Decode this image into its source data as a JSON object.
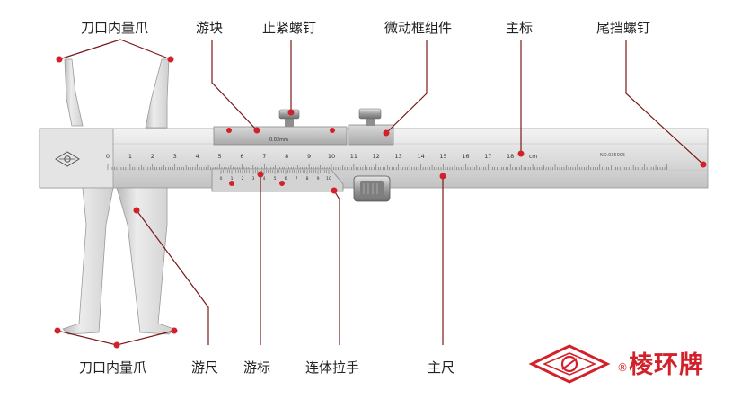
{
  "labels": {
    "top_jaws": "刀口内量爪",
    "slider": "游块",
    "lock_screw": "止紧螺钉",
    "fine_adjust": "微动框组件",
    "main_scale": "主标",
    "tail_screw": "尾挡螺钉",
    "bottom_jaws": "刀口内量爪",
    "sliding_jaw": "游尺",
    "vernier": "游标",
    "connector_hand": "连体拉手",
    "beam": "主尺"
  },
  "scale": {
    "main_numbers": [
      "0",
      "1",
      "2",
      "3",
      "4",
      "5",
      "6",
      "7",
      "8",
      "9",
      "10",
      "11",
      "12",
      "13",
      "14",
      "15",
      "16",
      "17",
      "18"
    ],
    "unit": "cm",
    "vernier_numbers": [
      "0",
      "1",
      "2",
      "3",
      "4",
      "5",
      "6",
      "7",
      "8",
      "9",
      "10"
    ],
    "resolution": "0.02mm",
    "serial": "NO.035005"
  },
  "brand": {
    "name": "棱环牌",
    "registered": "®"
  },
  "colors": {
    "accent": "#d4202a",
    "steel_light": "#e6e6e6",
    "steel_mid": "#c9c9c9",
    "steel_dark": "#9a9a9a",
    "text": "#222222"
  }
}
